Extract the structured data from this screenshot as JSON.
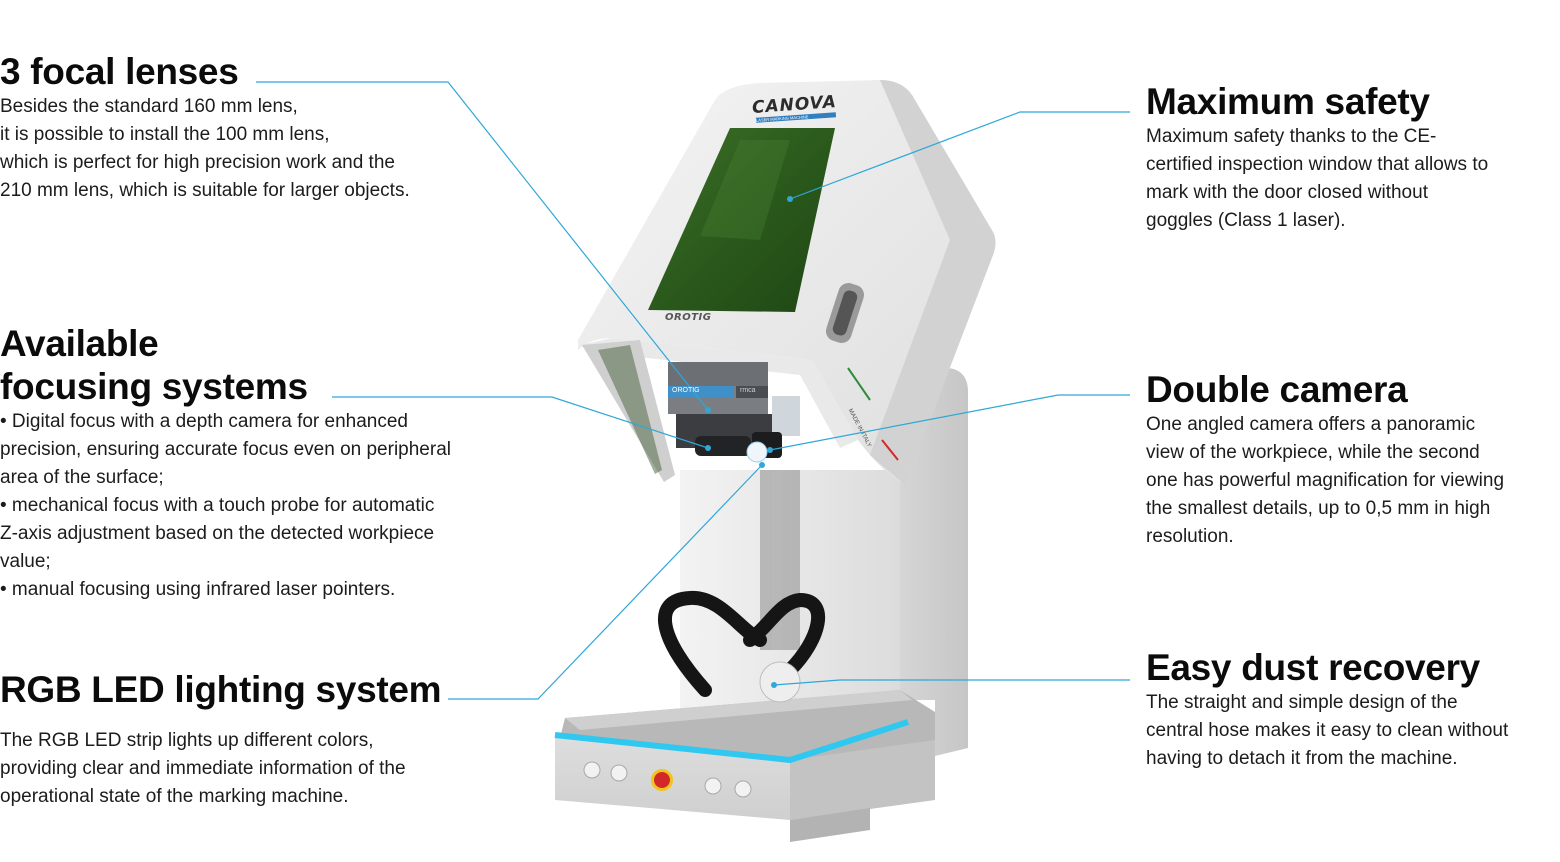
{
  "features": {
    "lenses": {
      "title": "3 focal lenses",
      "lines": [
        "Besides the standard 160 mm lens,",
        "it is possible to install the 100 mm lens,",
        "which is perfect for high precision work and the",
        "210 mm lens, which is suitable for larger objects."
      ]
    },
    "focus": {
      "title_line1": "Available",
      "title_line2": "focusing systems",
      "lines": [
        "• Digital focus with a depth camera for enhanced",
        "precision, ensuring accurate focus even on peripheral",
        "area of the surface;",
        "• mechanical focus with a touch probe for automatic",
        "Z-axis adjustment based on the detected workpiece",
        "value;",
        "• manual focusing using infrared laser pointers."
      ]
    },
    "rgb": {
      "title": "RGB LED lighting system",
      "lines": [
        "The RGB LED strip lights up different colors,",
        "providing clear and immediate information of the",
        "operational state of the marking machine."
      ]
    },
    "safety": {
      "title": "Maximum safety",
      "lines": [
        "Maximum safety thanks to the CE-",
        "certified inspection window that allows to",
        "mark with the door closed without",
        "goggles (Class 1 laser)."
      ]
    },
    "camera": {
      "title": "Double camera",
      "lines": [
        "One angled camera offers a panoramic",
        "view of the workpiece, while the second",
        "one has powerful magnification for viewing",
        "the smallest details, up to 0,5 mm in high",
        "resolution."
      ]
    },
    "dust": {
      "title": "Easy dust recovery",
      "lines": [
        "The straight and simple design of the",
        "central hose makes it easy to clean without",
        "having to detach it from the machine."
      ]
    }
  },
  "machine": {
    "brand": "CANOVA",
    "brand_sub": "LASER MARKING MACHINE",
    "maker": "OROTIG",
    "head_label_left": "OROTIG",
    "head_label_right": "rmca",
    "side_label": "MADE IN ITALY"
  },
  "colors": {
    "leader_line": "#2fa7d8",
    "led_strip": "#2ec8f0",
    "window_green": "#2f5e1f",
    "body_grey": "#e6e6e6",
    "emergency_red": "#d3282a"
  }
}
